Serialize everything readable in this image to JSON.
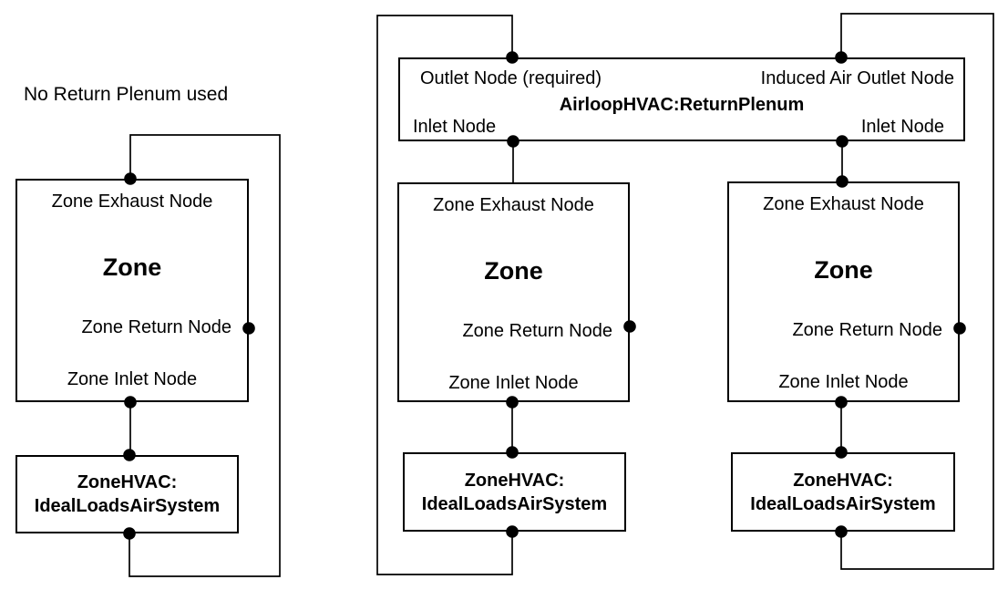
{
  "colors": {
    "ink": "#000000",
    "background": "#ffffff"
  },
  "left_diagram": {
    "title": "No Return Plenum used",
    "zone": {
      "exhaust_node": "Zone Exhaust Node",
      "name": "Zone",
      "return_node": "Zone Return Node",
      "inlet_node": "Zone Inlet Node"
    },
    "hvac": {
      "line1": "ZoneHVAC:",
      "line2": "IdealLoadsAirSystem"
    }
  },
  "right_diagram": {
    "plenum": {
      "outlet_node": "Outlet Node (required)",
      "induced_outlet_node": "Induced Air Outlet Node",
      "title": "AirloopHVAC:ReturnPlenum",
      "inlet_node_left": "Inlet Node",
      "inlet_node_right": "Inlet Node"
    },
    "zone_left": {
      "exhaust_node": "Zone Exhaust Node",
      "name": "Zone",
      "return_node": "Zone Return Node",
      "inlet_node": "Zone Inlet Node"
    },
    "zone_right": {
      "exhaust_node": "Zone Exhaust Node",
      "name": "Zone",
      "return_node": "Zone Return Node",
      "inlet_node": "Zone Inlet Node"
    },
    "hvac_left": {
      "line1": "ZoneHVAC:",
      "line2": "IdealLoadsAirSystem"
    },
    "hvac_right": {
      "line1": "ZoneHVAC:",
      "line2": "IdealLoadsAirSystem"
    }
  }
}
